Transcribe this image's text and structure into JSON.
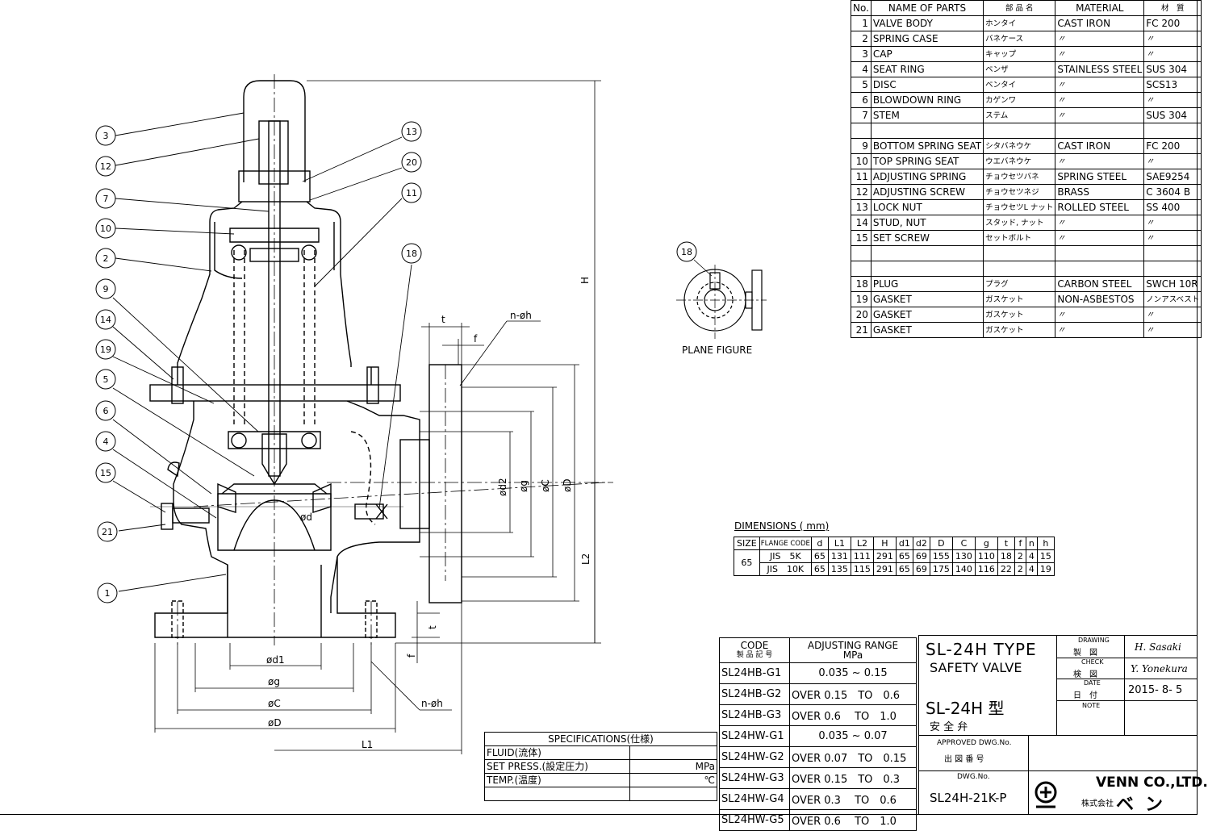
{
  "parts_list": {
    "headers": [
      "No.",
      "NAME OF PARTS",
      "部 品 名",
      "MATERIAL",
      "材　質"
    ],
    "rows": [
      {
        "no": "1",
        "name": "VALVE BODY",
        "jp": "ホンタイ",
        "material": "CAST IRON",
        "grade": "FC 200"
      },
      {
        "no": "2",
        "name": "SPRING CASE",
        "jp": "バネケース",
        "material": "〃",
        "grade": "〃"
      },
      {
        "no": "3",
        "name": "CAP",
        "jp": "キャップ",
        "material": "〃",
        "grade": "〃"
      },
      {
        "no": "4",
        "name": "SEAT RING",
        "jp": "ベンザ",
        "material": "STAINLESS STEEL",
        "grade": "SUS 304"
      },
      {
        "no": "5",
        "name": "DISC",
        "jp": "ベンタイ",
        "material": "〃",
        "grade": "SCS13"
      },
      {
        "no": "6",
        "name": "BLOWDOWN RING",
        "jp": "カゲンワ",
        "material": "〃",
        "grade": "〃"
      },
      {
        "no": "7",
        "name": "STEM",
        "jp": "ステム",
        "material": "〃",
        "grade": "SUS 304"
      },
      {
        "no": "",
        "name": "",
        "jp": "",
        "material": "",
        "grade": ""
      },
      {
        "no": "9",
        "name": "BOTTOM SPRING SEAT",
        "jp": "シタバネウケ",
        "material": "CAST IRON",
        "grade": "FC 200"
      },
      {
        "no": "10",
        "name": "TOP SPRING SEAT",
        "jp": "ウエバネウケ",
        "material": "〃",
        "grade": "〃"
      },
      {
        "no": "11",
        "name": "ADJUSTING SPRING",
        "jp": "チョウセツバネ",
        "material": "SPRING STEEL",
        "grade": "SAE9254"
      },
      {
        "no": "12",
        "name": "ADJUSTING SCREW",
        "jp": "チョウセツネジ",
        "material": "BRASS",
        "grade": "C 3604 B"
      },
      {
        "no": "13",
        "name": "LOCK NUT",
        "jp": "チョウセツL ナット",
        "material": "ROLLED STEEL",
        "grade": "SS 400"
      },
      {
        "no": "14",
        "name": "STUD, NUT",
        "jp": "スタッド, ナット",
        "material": "〃",
        "grade": "〃"
      },
      {
        "no": "15",
        "name": "SET SCREW",
        "jp": "セットボルト",
        "material": "〃",
        "grade": "〃"
      },
      {
        "no": "",
        "name": "",
        "jp": "",
        "material": "",
        "grade": ""
      },
      {
        "no": "",
        "name": "",
        "jp": "",
        "material": "",
        "grade": ""
      },
      {
        "no": "18",
        "name": "PLUG",
        "jp": "プラグ",
        "material": "CARBON STEEL",
        "grade": "SWCH 10R"
      },
      {
        "no": "19",
        "name": "GASKET",
        "jp": "ガスケット",
        "material": "NON-ASBESTOS",
        "grade": "ノンアスベスト"
      },
      {
        "no": "20",
        "name": "GASKET",
        "jp": "ガスケット",
        "material": "〃",
        "grade": "〃"
      },
      {
        "no": "21",
        "name": "GASKET",
        "jp": "ガスケット",
        "material": "〃",
        "grade": "〃"
      }
    ]
  },
  "plane_figure": {
    "label": "PLANE FIGURE",
    "balloon": "18"
  },
  "dimensions": {
    "title": "DIMENSIONS ( mm)",
    "headers": [
      "SIZE",
      "FLANGE CODE",
      "d",
      "L1",
      "L2",
      "H",
      "d1",
      "d2",
      "D",
      "C",
      "g",
      "t",
      "f",
      "n",
      "h"
    ],
    "size": "65",
    "rows": [
      [
        "JIS　5K",
        "65",
        "131",
        "111",
        "291",
        "65",
        "69",
        "155",
        "130",
        "110",
        "18",
        "2",
        "4",
        "15"
      ],
      [
        "JIS　10K",
        "65",
        "135",
        "115",
        "291",
        "65",
        "69",
        "175",
        "140",
        "116",
        "22",
        "2",
        "4",
        "19"
      ]
    ]
  },
  "codes": {
    "header_code": "CODE",
    "header_code_jp": "製 品 記 号",
    "header_range": "ADJUSTING RANGE",
    "header_unit": "MPa",
    "rows": [
      {
        "code": "SL24HB-G1",
        "range": "0.035 ~ 0.15"
      },
      {
        "code": "SL24HB-G2",
        "range": "OVER 0.15　TO　0.6"
      },
      {
        "code": "SL24HB-G3",
        "range": "OVER 0.6　 TO　1.0"
      },
      {
        "code": "SL24HW-G1",
        "range": "0.035 ~ 0.07"
      },
      {
        "code": "SL24HW-G2",
        "range": "OVER 0.07　TO　0.15"
      },
      {
        "code": "SL24HW-G3",
        "range": "OVER 0.15　TO　0.3"
      },
      {
        "code": "SL24HW-G4",
        "range": "OVER 0.3　 TO　0.6"
      },
      {
        "code": "SL24HW-G5",
        "range": "OVER 0.6　 TO　1.0"
      }
    ]
  },
  "specs": {
    "title": "SPECIFICATIONS(仕様)",
    "rows": [
      {
        "label": "FLUID(流体)",
        "unit": ""
      },
      {
        "label": "SET PRESS.(設定圧力)",
        "unit": "MPa"
      },
      {
        "label": "TEMP.(温度)",
        "unit": "℃"
      }
    ]
  },
  "title_block": {
    "type_en": "SL-24H TYPE",
    "name_en": "SAFETY VALVE",
    "type_jp": "SL-24H 型",
    "name_jp": "安 全 弁",
    "approved_label": "APPROVED DWG.No.",
    "approved_label_jp": "出 図 番 号",
    "dwg_label": "DWG.No.",
    "dwg_no": "SL24H-21K-P",
    "drawing_label": "DRAWING",
    "drawing_label_jp": "製　図",
    "drawing_value": "H. Sasaki",
    "check_label": "CHECK",
    "check_label_jp": "検　図",
    "check_value": "Y. Yonekura",
    "date_label": "DATE",
    "date_label_jp": "日　付",
    "date_value": "2015- 8- 5",
    "note_label": "NOTE",
    "company": "VENN CO.,LTD.",
    "company_jp": "株式会社",
    "company_kana": "ベン"
  },
  "drawing_labels": {
    "balloons": [
      "3",
      "12",
      "7",
      "10",
      "2",
      "9",
      "14",
      "19",
      "5",
      "6",
      "4",
      "15",
      "21",
      "1",
      "13",
      "20",
      "11",
      "18"
    ],
    "H": "H",
    "L2": "L2",
    "L1": "L1",
    "d": "ød",
    "d1": "ød1",
    "g": "øg",
    "C": "øC",
    "D": "øD",
    "d2_v": "ød2",
    "g_v": "øg",
    "C_v": "øC",
    "D_v": "øD",
    "t_top": "t",
    "f_top": "f",
    "nh_top": "n-øh",
    "nh_bottom": "n-øh",
    "t_side": "t",
    "f_side": "f"
  }
}
